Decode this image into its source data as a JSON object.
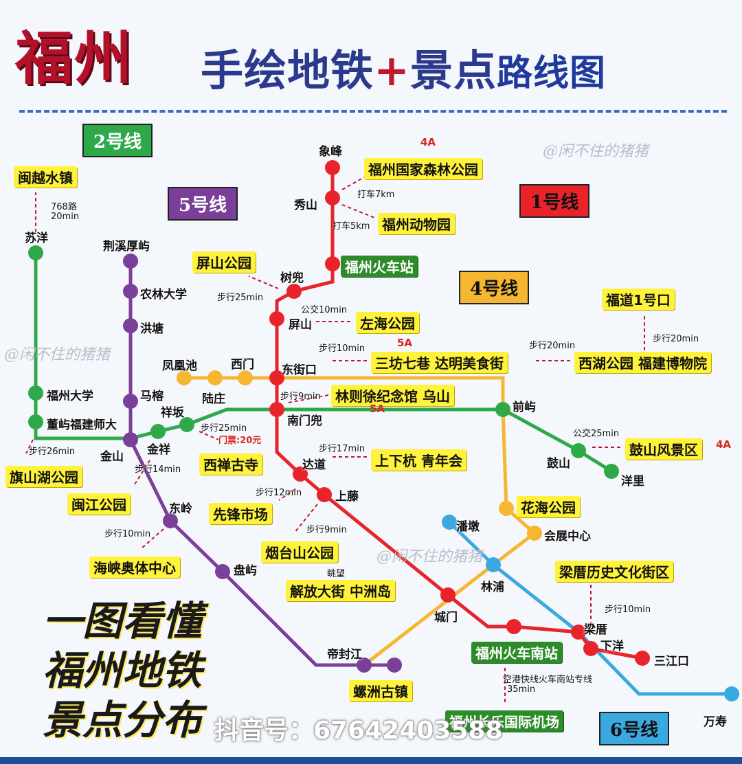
{
  "title": {
    "main": "福州",
    "sub_a": "手绘地铁",
    "plus": "+",
    "sub_b": "景点",
    "sub_c": "路线图"
  },
  "lines": [
    {
      "name": "1号线",
      "color": "#e8232a"
    },
    {
      "name": "2号线",
      "color": "#2fa84a"
    },
    {
      "name": "4号线",
      "color": "#f5b731"
    },
    {
      "name": "5号线",
      "color": "#7a3f98"
    },
    {
      "name": "6号线",
      "color": "#3aa9e0"
    }
  ],
  "stations": {
    "xiangfeng": "象峰",
    "xiushan": "秀山",
    "shudou": "树兜",
    "pingshan": "屏山",
    "dongjiekou": "东街口",
    "nanmendou": "南门兜",
    "dadao": "达道",
    "shangteng": "上藤",
    "chengmen": "城门",
    "liangcuo": "梁厝",
    "xiayang": "下洋",
    "sanjiangkou": "三江口",
    "suyang": "苏洋",
    "fuzhoudaxue": "福州大学",
    "dongyu": "董屿福建师大",
    "jinshan": "金山",
    "jinxiang": "金祥",
    "xiangban": "祥坂",
    "qianyu": "前屿",
    "gushan": "鼓山",
    "yangli": "洋里",
    "jingxi": "荆溪厚屿",
    "nonglin": "农林大学",
    "hongtang": "洪塘",
    "mage": "马榕",
    "dongling": "东岭",
    "panyu": "盘屿",
    "difengjiang": "帝封江",
    "fenghuangchi": "凤凰池",
    "luzhuang": "陆庄",
    "ximen": "西门",
    "huizhan": "会展中心",
    "pandun": "潘墩",
    "linpu": "林浦",
    "wanshou": "万寿"
  },
  "spots": {
    "forest_park": "福州国家森林公园",
    "zoo": "福州动物园",
    "train_station": "福州火车站",
    "pingshan_park": "屏山公园",
    "zuohai_park": "左海公园",
    "sanfang": "三坊七巷 达明美食街",
    "xihu": "西湖公园 福建博物院",
    "fudao": "福道1号口",
    "linzexu": "林则徐纪念馆 乌山",
    "xichan": "西禅古寺",
    "gushan_scenic": "鼓山风景区",
    "shangxiahang": "上下杭 青年会",
    "minyue": "闽越水镇",
    "qishan": "旗山湖公园",
    "minjiang": "闽江公园",
    "xianfeng": "先锋市场",
    "yantaishan": "烟台山公园",
    "jiefang": "解放大街 中洲岛",
    "haixia": "海峡奥体中心",
    "huahai": "花海公园",
    "liangcuo_block": "梁厝历史文化街区",
    "south_station": "福州火车南站",
    "luozhou": "螺洲古镇",
    "airport": "福州长乐国际机场"
  },
  "notes": {
    "taxi7": "打车7km",
    "taxi5": "打车5km",
    "walk25a": "步行25min",
    "bus10": "公交10min",
    "walk10a": "步行10min",
    "walk20a": "步行20min",
    "walk20b": "步行20min",
    "walk9a": "步行9min",
    "walk25b": "步行25min",
    "ticket": "门票:20元",
    "bus25": "公交25min",
    "walk17": "步行17min",
    "bus768a": "768路",
    "bus768b": "20min",
    "walk26": "步行26min",
    "walk14": "步行14min",
    "walk12": "步行12min",
    "walk9b": "步行9min",
    "tiaowang": "眺望",
    "walk10b": "步行10min",
    "walk10c": "步行10min",
    "express": "空港快线火车南站专线",
    "express_time": "35min"
  },
  "ratings": {
    "forest": "4A",
    "sanfang": "5A",
    "linzexu": "5A",
    "gushan": "4A"
  },
  "watermark": "@闲不住的猪猪",
  "slogan": [
    "一图看懂",
    "福州地铁",
    "景点分布"
  ],
  "douyin": "抖音号：67642403588",
  "colors": {
    "accent": "#fff23a",
    "title": "#b3102a",
    "subtitle": "#2b3a8c"
  }
}
